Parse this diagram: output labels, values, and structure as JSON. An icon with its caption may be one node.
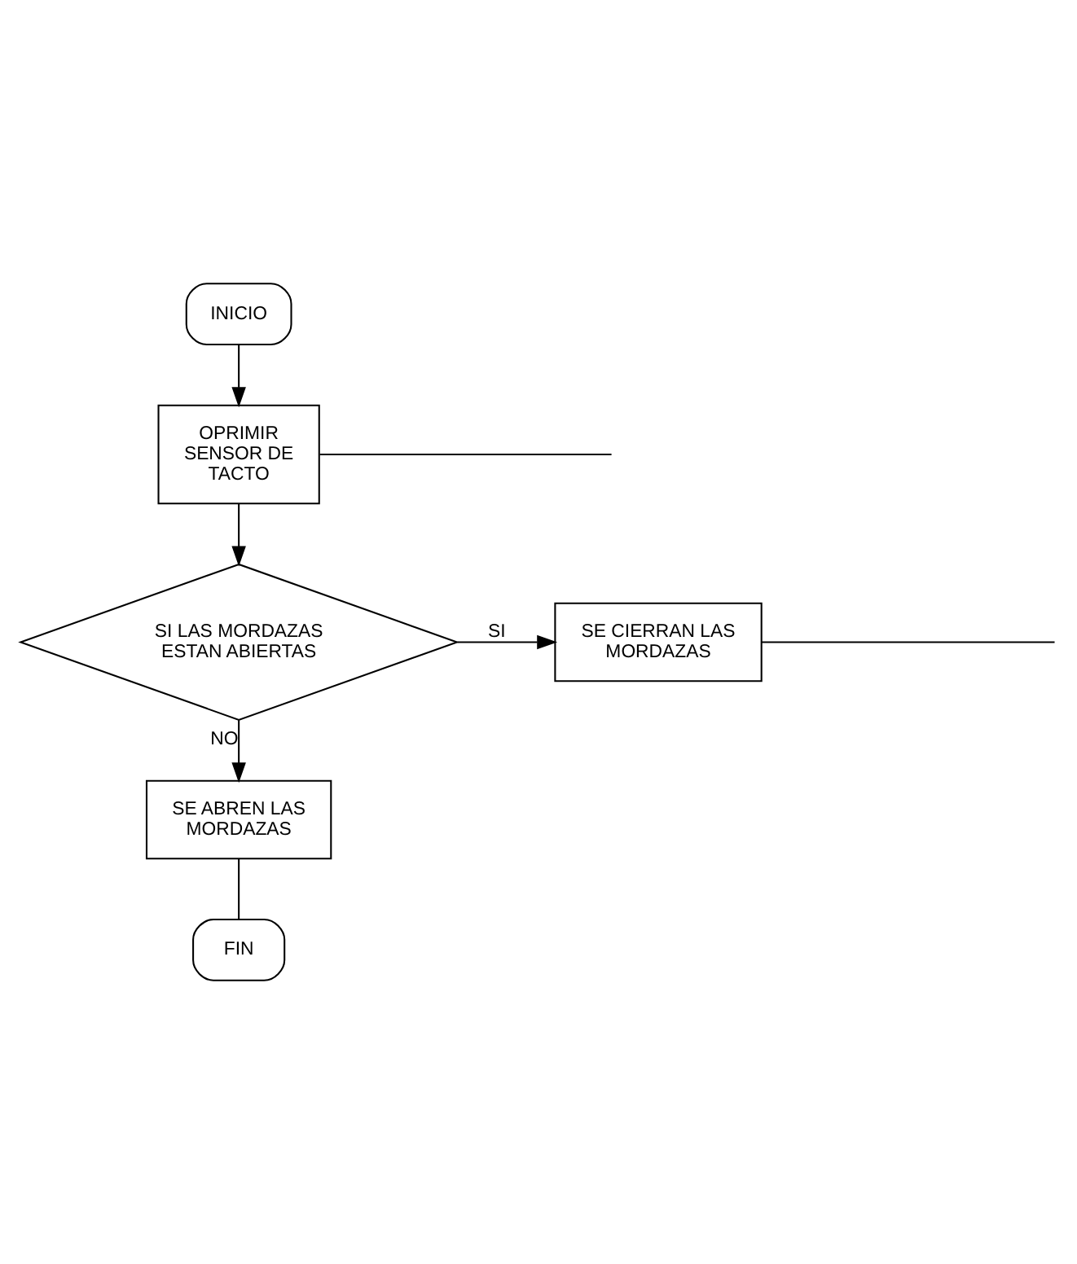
{
  "diagram": {
    "nodes": [
      {
        "text": [
          "INICIO"
        ]
      },
      {
        "text": [
          "OPRIMIR SENSOR DE TACTO"
        ]
      },
      {
        "text": [
          "SI LAS MORDAZAS ESTAN ABIERTAS"
        ]
      },
      {
        "text": [
          "SE CIERRAN LAS MORDAZAS"
        ]
      },
      {
        "text": [
          "SE ABREN LAS MORDAZAS"
        ]
      },
      {
        "text": [
          "FIN"
        ]
      }
    ],
    "edges": [
      {
        "from": 0,
        "to": 1,
        "arrow": "to"
      },
      {
        "from": 1,
        "to": 2,
        "arrow": "to"
      },
      {
        "from": 2,
        "to": 3,
        "label": "SI",
        "arrow": "to"
      },
      {
        "from": 2,
        "to": 4,
        "label": "NO",
        "arrow": "to"
      },
      {
        "from": 4,
        "to": 5,
        "arrow": "none"
      },
      {
        "from": 1,
        "to": null,
        "arrow": "none"
      },
      {
        "from": 3,
        "to": null,
        "arrow": "none"
      }
    ]
  }
}
